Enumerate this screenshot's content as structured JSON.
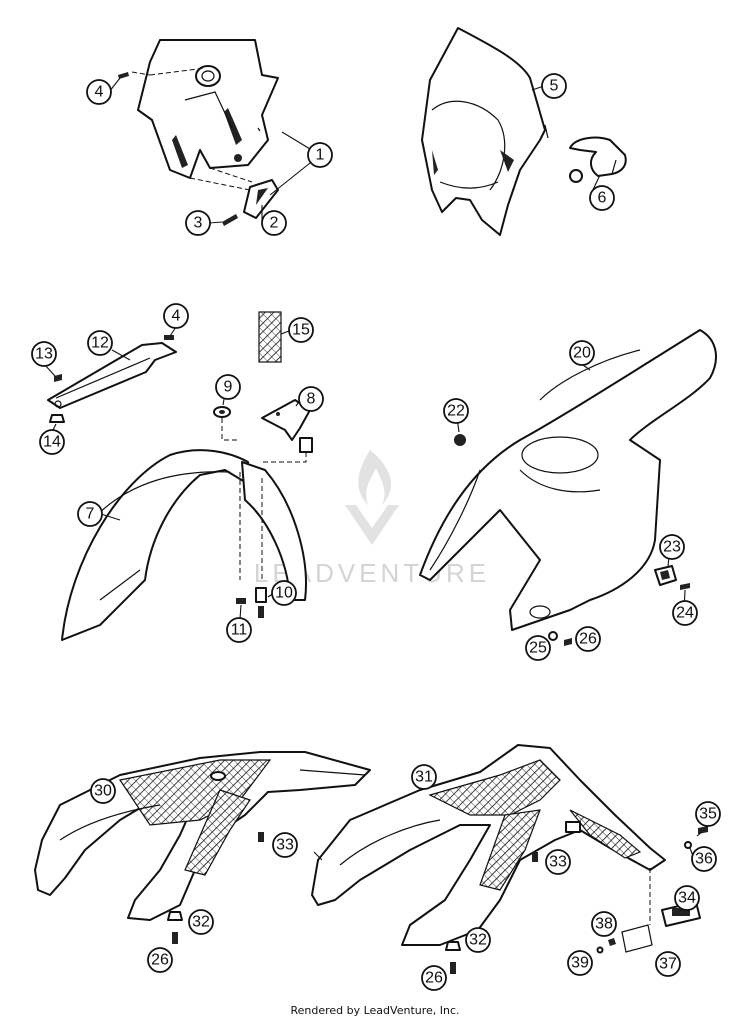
{
  "diagram": {
    "callouts": [
      {
        "id": "c1",
        "label": "1"
      },
      {
        "id": "c2",
        "label": "2"
      },
      {
        "id": "c3",
        "label": "3"
      },
      {
        "id": "c4a",
        "label": "4"
      },
      {
        "id": "c5",
        "label": "5"
      },
      {
        "id": "c6",
        "label": "6"
      },
      {
        "id": "c4b",
        "label": "4"
      },
      {
        "id": "c12",
        "label": "12"
      },
      {
        "id": "c13",
        "label": "13"
      },
      {
        "id": "c14",
        "label": "14"
      },
      {
        "id": "c15",
        "label": "15"
      },
      {
        "id": "c9",
        "label": "9"
      },
      {
        "id": "c8",
        "label": "8"
      },
      {
        "id": "c7",
        "label": "7"
      },
      {
        "id": "c10",
        "label": "10"
      },
      {
        "id": "c11",
        "label": "11"
      },
      {
        "id": "c20",
        "label": "20"
      },
      {
        "id": "c22",
        "label": "22"
      },
      {
        "id": "c23",
        "label": "23"
      },
      {
        "id": "c24",
        "label": "24"
      },
      {
        "id": "c25",
        "label": "25"
      },
      {
        "id": "c26a",
        "label": "26"
      },
      {
        "id": "c30",
        "label": "30"
      },
      {
        "id": "c33a",
        "label": "33"
      },
      {
        "id": "c32a",
        "label": "32"
      },
      {
        "id": "c26b",
        "label": "26"
      },
      {
        "id": "c31",
        "label": "31"
      },
      {
        "id": "c33b",
        "label": "33"
      },
      {
        "id": "c32b",
        "label": "32"
      },
      {
        "id": "c26c",
        "label": "26"
      },
      {
        "id": "c35",
        "label": "35"
      },
      {
        "id": "c36",
        "label": "36"
      },
      {
        "id": "c34",
        "label": "34"
      },
      {
        "id": "c38",
        "label": "38"
      },
      {
        "id": "c39",
        "label": "39"
      },
      {
        "id": "c37",
        "label": "37"
      }
    ]
  },
  "watermark": {
    "text": "LEADVENTURE"
  },
  "footer": {
    "credit": "Rendered by LeadVenture, Inc."
  },
  "colors": {
    "line": "#111111",
    "watermark": "#d4d4d4",
    "background": "#ffffff"
  }
}
